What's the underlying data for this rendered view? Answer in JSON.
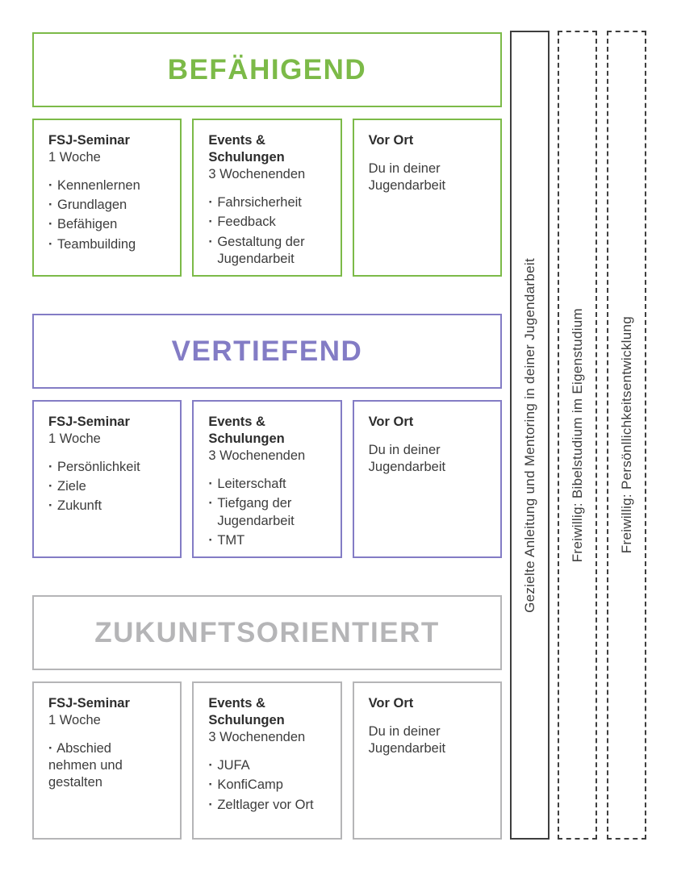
{
  "colors": {
    "green": "#7cba48",
    "purple": "#837cc5",
    "gray": "#b5b5b7",
    "dark_text": "#2d2d2d",
    "body_text": "#3c3c3c",
    "bar_border": "#3e3e3e"
  },
  "sections": [
    {
      "id": "befaehigend",
      "title": "BEFÄHIGEND",
      "accent": "#7cba48",
      "boxes": [
        {
          "title": "FSJ-Seminar",
          "subtitle": "1 Woche",
          "items": [
            "Kennenlernen",
            "Grundlagen",
            "Befähigen",
            "Teambuilding"
          ]
        },
        {
          "title": "Events & Schulungen",
          "subtitle": "3 Wochenenden",
          "items": [
            "Fahrsicherheit",
            "Feedback",
            "Gestaltung der Jugendarbeit"
          ]
        },
        {
          "title": "Vor Ort",
          "body": "Du in deiner Jugendarbeit"
        }
      ]
    },
    {
      "id": "vertiefend",
      "title": "VERTIEFEND",
      "accent": "#837cc5",
      "boxes": [
        {
          "title": "FSJ-Seminar",
          "subtitle": "1 Woche",
          "items": [
            "Persönlichkeit",
            "Ziele",
            "Zukunft"
          ]
        },
        {
          "title": "Events & Schulungen",
          "subtitle": "3 Wochenenden",
          "items": [
            "Leiterschaft",
            "Tiefgang der Jugendarbeit",
            "TMT"
          ]
        },
        {
          "title": "Vor Ort",
          "body": "Du in deiner Jugendarbeit"
        }
      ]
    },
    {
      "id": "zukunftsorientiert",
      "title": "ZUKUNFTSORIENTIERT",
      "accent": "#b5b5b7",
      "boxes": [
        {
          "title": "FSJ-Seminar",
          "subtitle": "1 Woche",
          "items": [
            "Abschied\nnehmen und\ngestalten"
          ]
        },
        {
          "title": "Events & Schulungen",
          "subtitle": "3 Wochenenden",
          "items": [
            "JUFA",
            "KonfiCamp",
            "Zeltlager vor Ort"
          ]
        },
        {
          "title": "Vor Ort",
          "body": "Du in deiner Jugendarbeit"
        }
      ]
    }
  ],
  "sidebars": [
    {
      "id": "mentoring",
      "style": "solid",
      "label": "Gezielte Anleitung und Mentoring in deiner Jugendarbeit"
    },
    {
      "id": "bibelstudium",
      "style": "dashed",
      "label": "Freiwillig: Bibelstudium im Eigenstudium"
    },
    {
      "id": "persoenlichkeitsentwicklung",
      "style": "dashed",
      "label": "Freiwillig: Persönllichkeitsentwicklung"
    }
  ]
}
